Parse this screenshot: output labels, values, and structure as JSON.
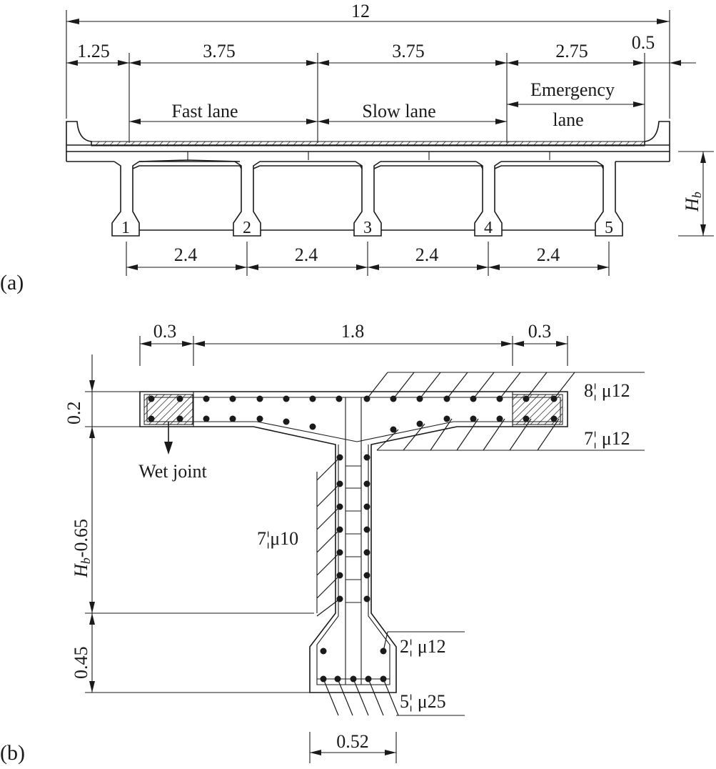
{
  "panel_a": {
    "label": "(a)",
    "total_width": "12",
    "segments": [
      "1.25",
      "3.75",
      "3.75",
      "2.75",
      "0.5"
    ],
    "lanes": [
      "Fast lane",
      "Slow lane",
      "Emergency",
      "lane"
    ],
    "girders": [
      "1",
      "2",
      "3",
      "4",
      "5"
    ],
    "spacings": [
      "2.4",
      "2.4",
      "2.4",
      "2.4"
    ],
    "height_symbol": "H",
    "height_sub": "b"
  },
  "panel_b": {
    "label": "(b)",
    "flange_dims": [
      "0.3",
      "1.8",
      "0.3"
    ],
    "vertical_dims": {
      "top": "0.2",
      "web_pre": "H",
      "web_sub": "b",
      "web_post": "-0.65",
      "bottom": "0.45"
    },
    "bottom_width": "0.52",
    "wet_joint": "Wet joint",
    "rebar": {
      "top": "8¦ μ12",
      "flange_bottom": "7¦ μ12",
      "web": "7¦μ10",
      "bulb": "2¦ μ12",
      "bottom": "5¦ μ25"
    }
  }
}
